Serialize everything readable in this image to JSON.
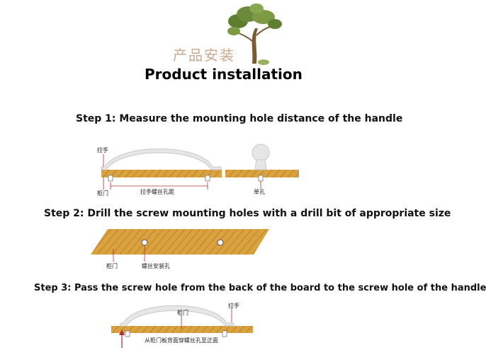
{
  "header": {
    "title_cn": "产品安装",
    "title_en": "Product installation"
  },
  "steps": [
    {
      "text": "Step 1: Measure the mounting hole distance of the handle",
      "labels": {
        "handle": "拉手",
        "door": "柜门",
        "distance": "拉手螺丝孔距",
        "single_hole": "单孔"
      }
    },
    {
      "text": "Step 2: Drill the screw mounting holes with a drill bit of appropriate size",
      "labels": {
        "door": "柜门",
        "screw_hole": "螺丝安装孔"
      }
    },
    {
      "text": "Step 3: Pass the screw hole from the back of the board to the screw hole of the handle",
      "labels": {
        "door": "柜门",
        "handle": "拉手",
        "instruction": "从柜门板背面穿螺丝孔至正面"
      }
    }
  ],
  "colors": {
    "wood": "#d9a23e",
    "wood_stripe": "#b9842a",
    "handle": "#e6e6e6",
    "tree_green": "#6c8b3a",
    "title_cn": "#c9a98d"
  }
}
